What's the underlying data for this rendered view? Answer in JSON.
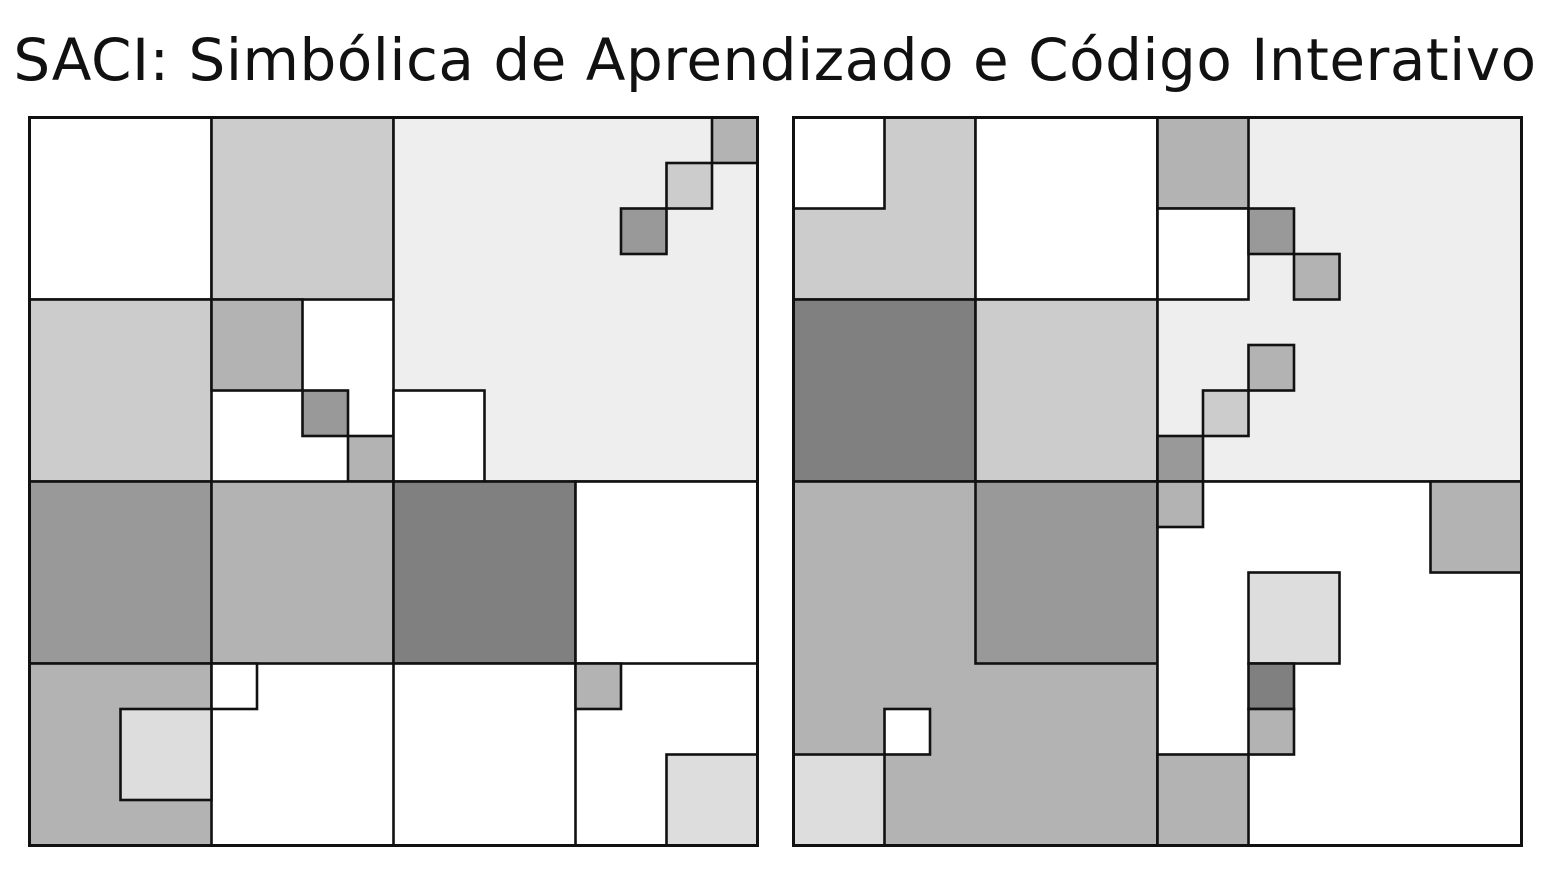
{
  "title": "SACI: Simbólica de Aprendizado e Código Interativo",
  "grid": {
    "rows": 16,
    "cols": 16
  },
  "colors": {
    "white": "#ffffff",
    "very_light": "#eeeeee",
    "light": "#dddddd",
    "medium_light": "#cccccc",
    "medium": "#b3b3b3",
    "medium_dark": "#999999",
    "dark": "#808080",
    "border": "#111111"
  },
  "panels": [
    {
      "name": "left",
      "cells": [
        {
          "r": 0,
          "c": 0,
          "size": 4,
          "tone": "white"
        },
        {
          "r": 0,
          "c": 4,
          "size": 4,
          "tone": "medium_light"
        },
        {
          "r": 0,
          "c": 8,
          "size": 8,
          "tone": "very_light"
        },
        {
          "r": 4,
          "c": 0,
          "size": 4,
          "tone": "medium_light"
        },
        {
          "r": 4,
          "c": 4,
          "size": 2,
          "tone": "medium"
        },
        {
          "r": 6,
          "c": 6,
          "size": 1,
          "tone": "medium_dark"
        },
        {
          "r": 7,
          "c": 7,
          "size": 1,
          "tone": "medium"
        },
        {
          "r": 0,
          "c": 15,
          "size": 1,
          "tone": "medium"
        },
        {
          "r": 1,
          "c": 14,
          "size": 1,
          "tone": "medium_light"
        },
        {
          "r": 2,
          "c": 13,
          "size": 1,
          "tone": "medium_dark"
        },
        {
          "r": 6,
          "c": 8,
          "size": 2,
          "tone": "white"
        },
        {
          "r": 8,
          "c": 0,
          "size": 4,
          "tone": "medium_dark"
        },
        {
          "r": 8,
          "c": 4,
          "size": 4,
          "tone": "medium"
        },
        {
          "r": 12,
          "c": 0,
          "size": 4,
          "tone": "medium"
        },
        {
          "r": 12,
          "c": 4,
          "size": 1,
          "tone": "white"
        },
        {
          "r": 13,
          "c": 2,
          "size": 2,
          "tone": "light"
        },
        {
          "r": 8,
          "c": 8,
          "size": 4,
          "tone": "dark"
        },
        {
          "r": 8,
          "c": 12,
          "size": 4,
          "tone": "white"
        },
        {
          "r": 12,
          "c": 8,
          "size": 4,
          "tone": "white"
        },
        {
          "r": 12,
          "c": 12,
          "size": 1,
          "tone": "medium"
        },
        {
          "r": 14,
          "c": 14,
          "size": 2,
          "tone": "light"
        }
      ]
    },
    {
      "name": "right",
      "cells": [
        {
          "r": 0,
          "c": 0,
          "size": 4,
          "tone": "medium_light"
        },
        {
          "r": 0,
          "c": 0,
          "size": 2,
          "tone": "white"
        },
        {
          "r": 0,
          "c": 4,
          "size": 4,
          "tone": "white"
        },
        {
          "r": 4,
          "c": 0,
          "size": 4,
          "tone": "dark"
        },
        {
          "r": 4,
          "c": 4,
          "size": 4,
          "tone": "medium_light"
        },
        {
          "r": 0,
          "c": 8,
          "size": 8,
          "tone": "very_light"
        },
        {
          "r": 0,
          "c": 8,
          "size": 2,
          "tone": "medium"
        },
        {
          "r": 2,
          "c": 8,
          "size": 2,
          "tone": "white"
        },
        {
          "r": 2,
          "c": 10,
          "size": 1,
          "tone": "medium_dark"
        },
        {
          "r": 3,
          "c": 11,
          "size": 1,
          "tone": "medium"
        },
        {
          "r": 5,
          "c": 10,
          "size": 1,
          "tone": "medium"
        },
        {
          "r": 6,
          "c": 9,
          "size": 1,
          "tone": "medium_light"
        },
        {
          "r": 7,
          "c": 8,
          "size": 1,
          "tone": "medium_dark"
        },
        {
          "r": 8,
          "c": 0,
          "size": 8,
          "tone": "medium"
        },
        {
          "r": 8,
          "c": 4,
          "size": 4,
          "tone": "medium_dark"
        },
        {
          "r": 13,
          "c": 2,
          "size": 1,
          "tone": "white"
        },
        {
          "r": 14,
          "c": 0,
          "size": 2,
          "tone": "light"
        },
        {
          "r": 8,
          "c": 8,
          "size": 8,
          "tone": "white"
        },
        {
          "r": 8,
          "c": 8,
          "size": 1,
          "tone": "medium"
        },
        {
          "r": 8,
          "c": 14,
          "size": 2,
          "tone": "medium"
        },
        {
          "r": 10,
          "c": 10,
          "size": 2,
          "tone": "light"
        },
        {
          "r": 12,
          "c": 10,
          "size": 1,
          "tone": "dark"
        },
        {
          "r": 13,
          "c": 10,
          "size": 1,
          "tone": "medium"
        },
        {
          "r": 14,
          "c": 8,
          "size": 2,
          "tone": "medium"
        }
      ]
    }
  ]
}
